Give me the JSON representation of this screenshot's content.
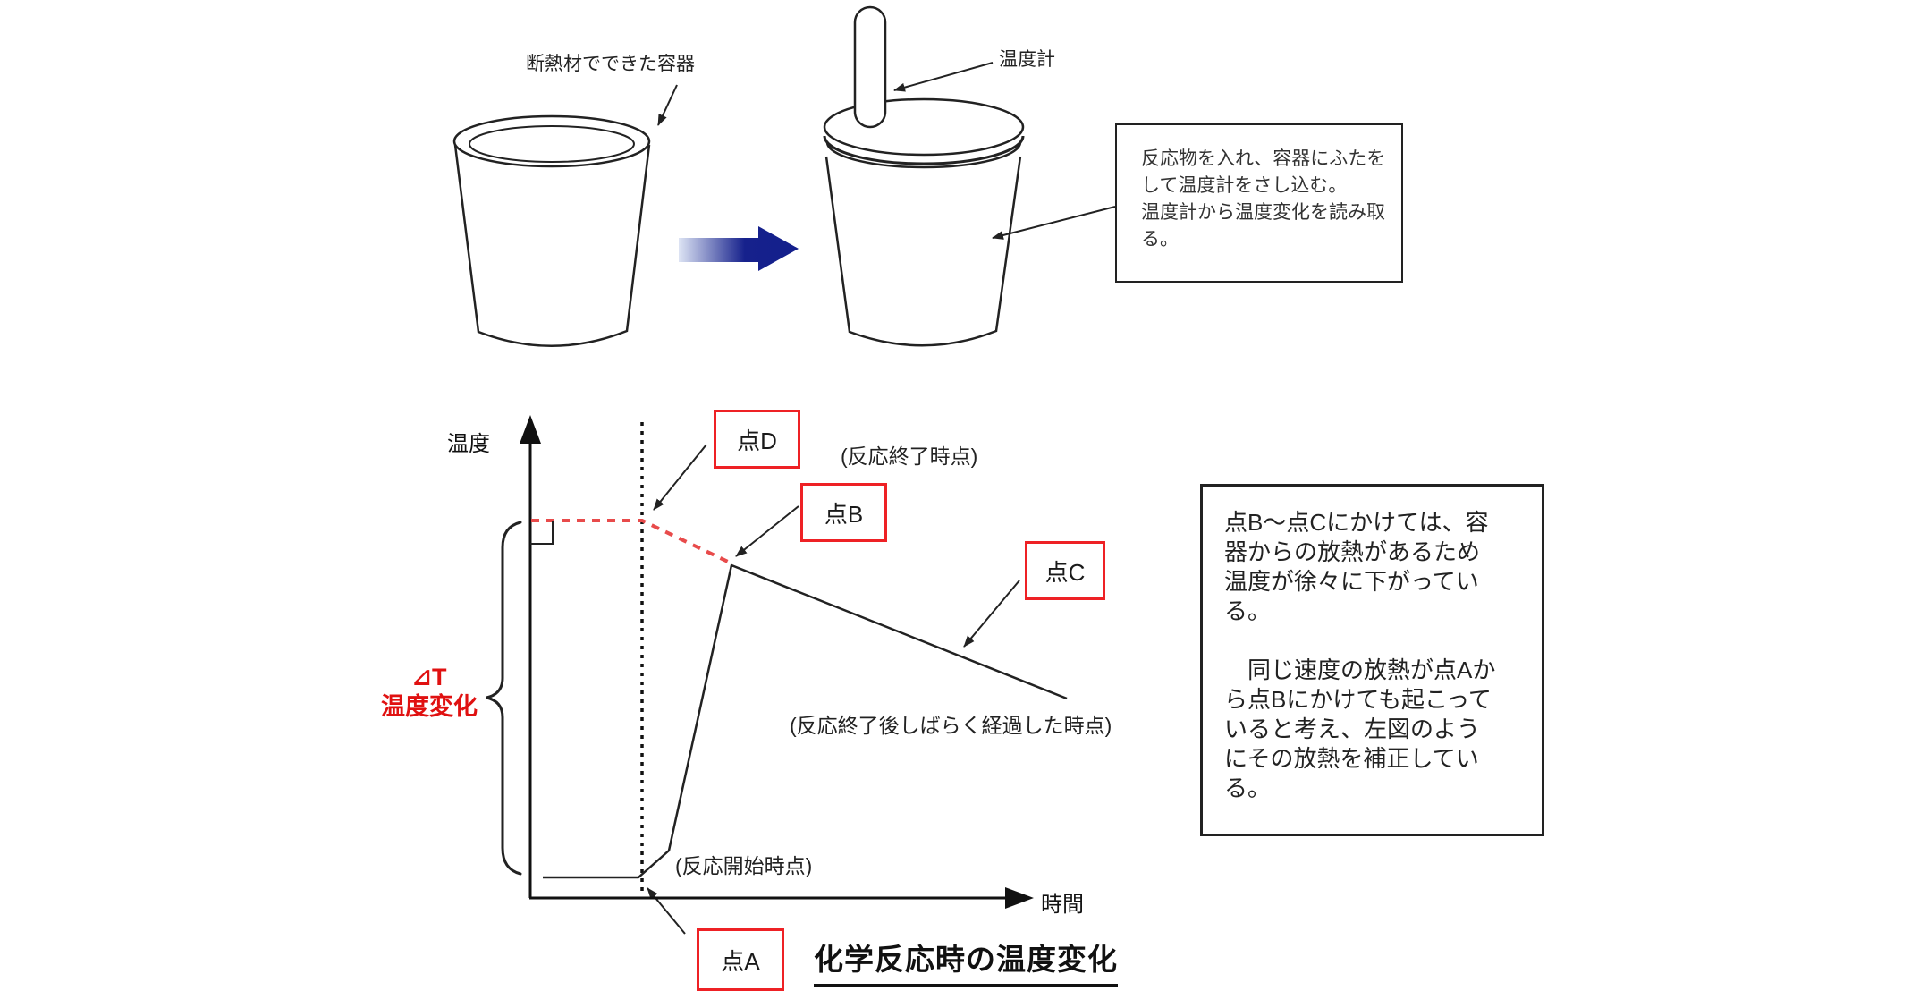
{
  "figure": {
    "top_row": {
      "insulated_container_label": "断熱材でできた容器",
      "thermometer_label": "温度計",
      "procedure_note": "反応物を入れ、容器にふたを\nして温度計をさし込む。\n温度計から温度変化を読み取\nる。"
    },
    "graph": {
      "y_axis_label": "温度",
      "x_axis_label": "時間",
      "delta_t_annotation": "⊿T\n温度変化",
      "point_labels": {
        "a": "点A",
        "b": "点B",
        "c": "点C",
        "d": "点D"
      },
      "captions": {
        "at_point_d": "(反応終了時点)",
        "at_point_c": "(反応終了後しばらく経過した時点)",
        "at_point_a": "(反応開始時点)"
      },
      "side_note": "点B〜点Cにかけては、容\n器からの放熱があるため\n温度が徐々に下がってい\nる。\n\n　同じ速度の放熱が点Aか\nら点Bにかけても起こって\nいると考え、左図のよう\nにその放熱を補正してい\nる。",
      "title": "化学反応時の温度変化"
    },
    "colors": {
      "label_box_red": "#ee2125",
      "dashed_line_red": "#e84b4b",
      "annotation_red": "#e01111",
      "transition_arrow_blue": "#16218c",
      "line_black": "#1a1a1a"
    }
  }
}
